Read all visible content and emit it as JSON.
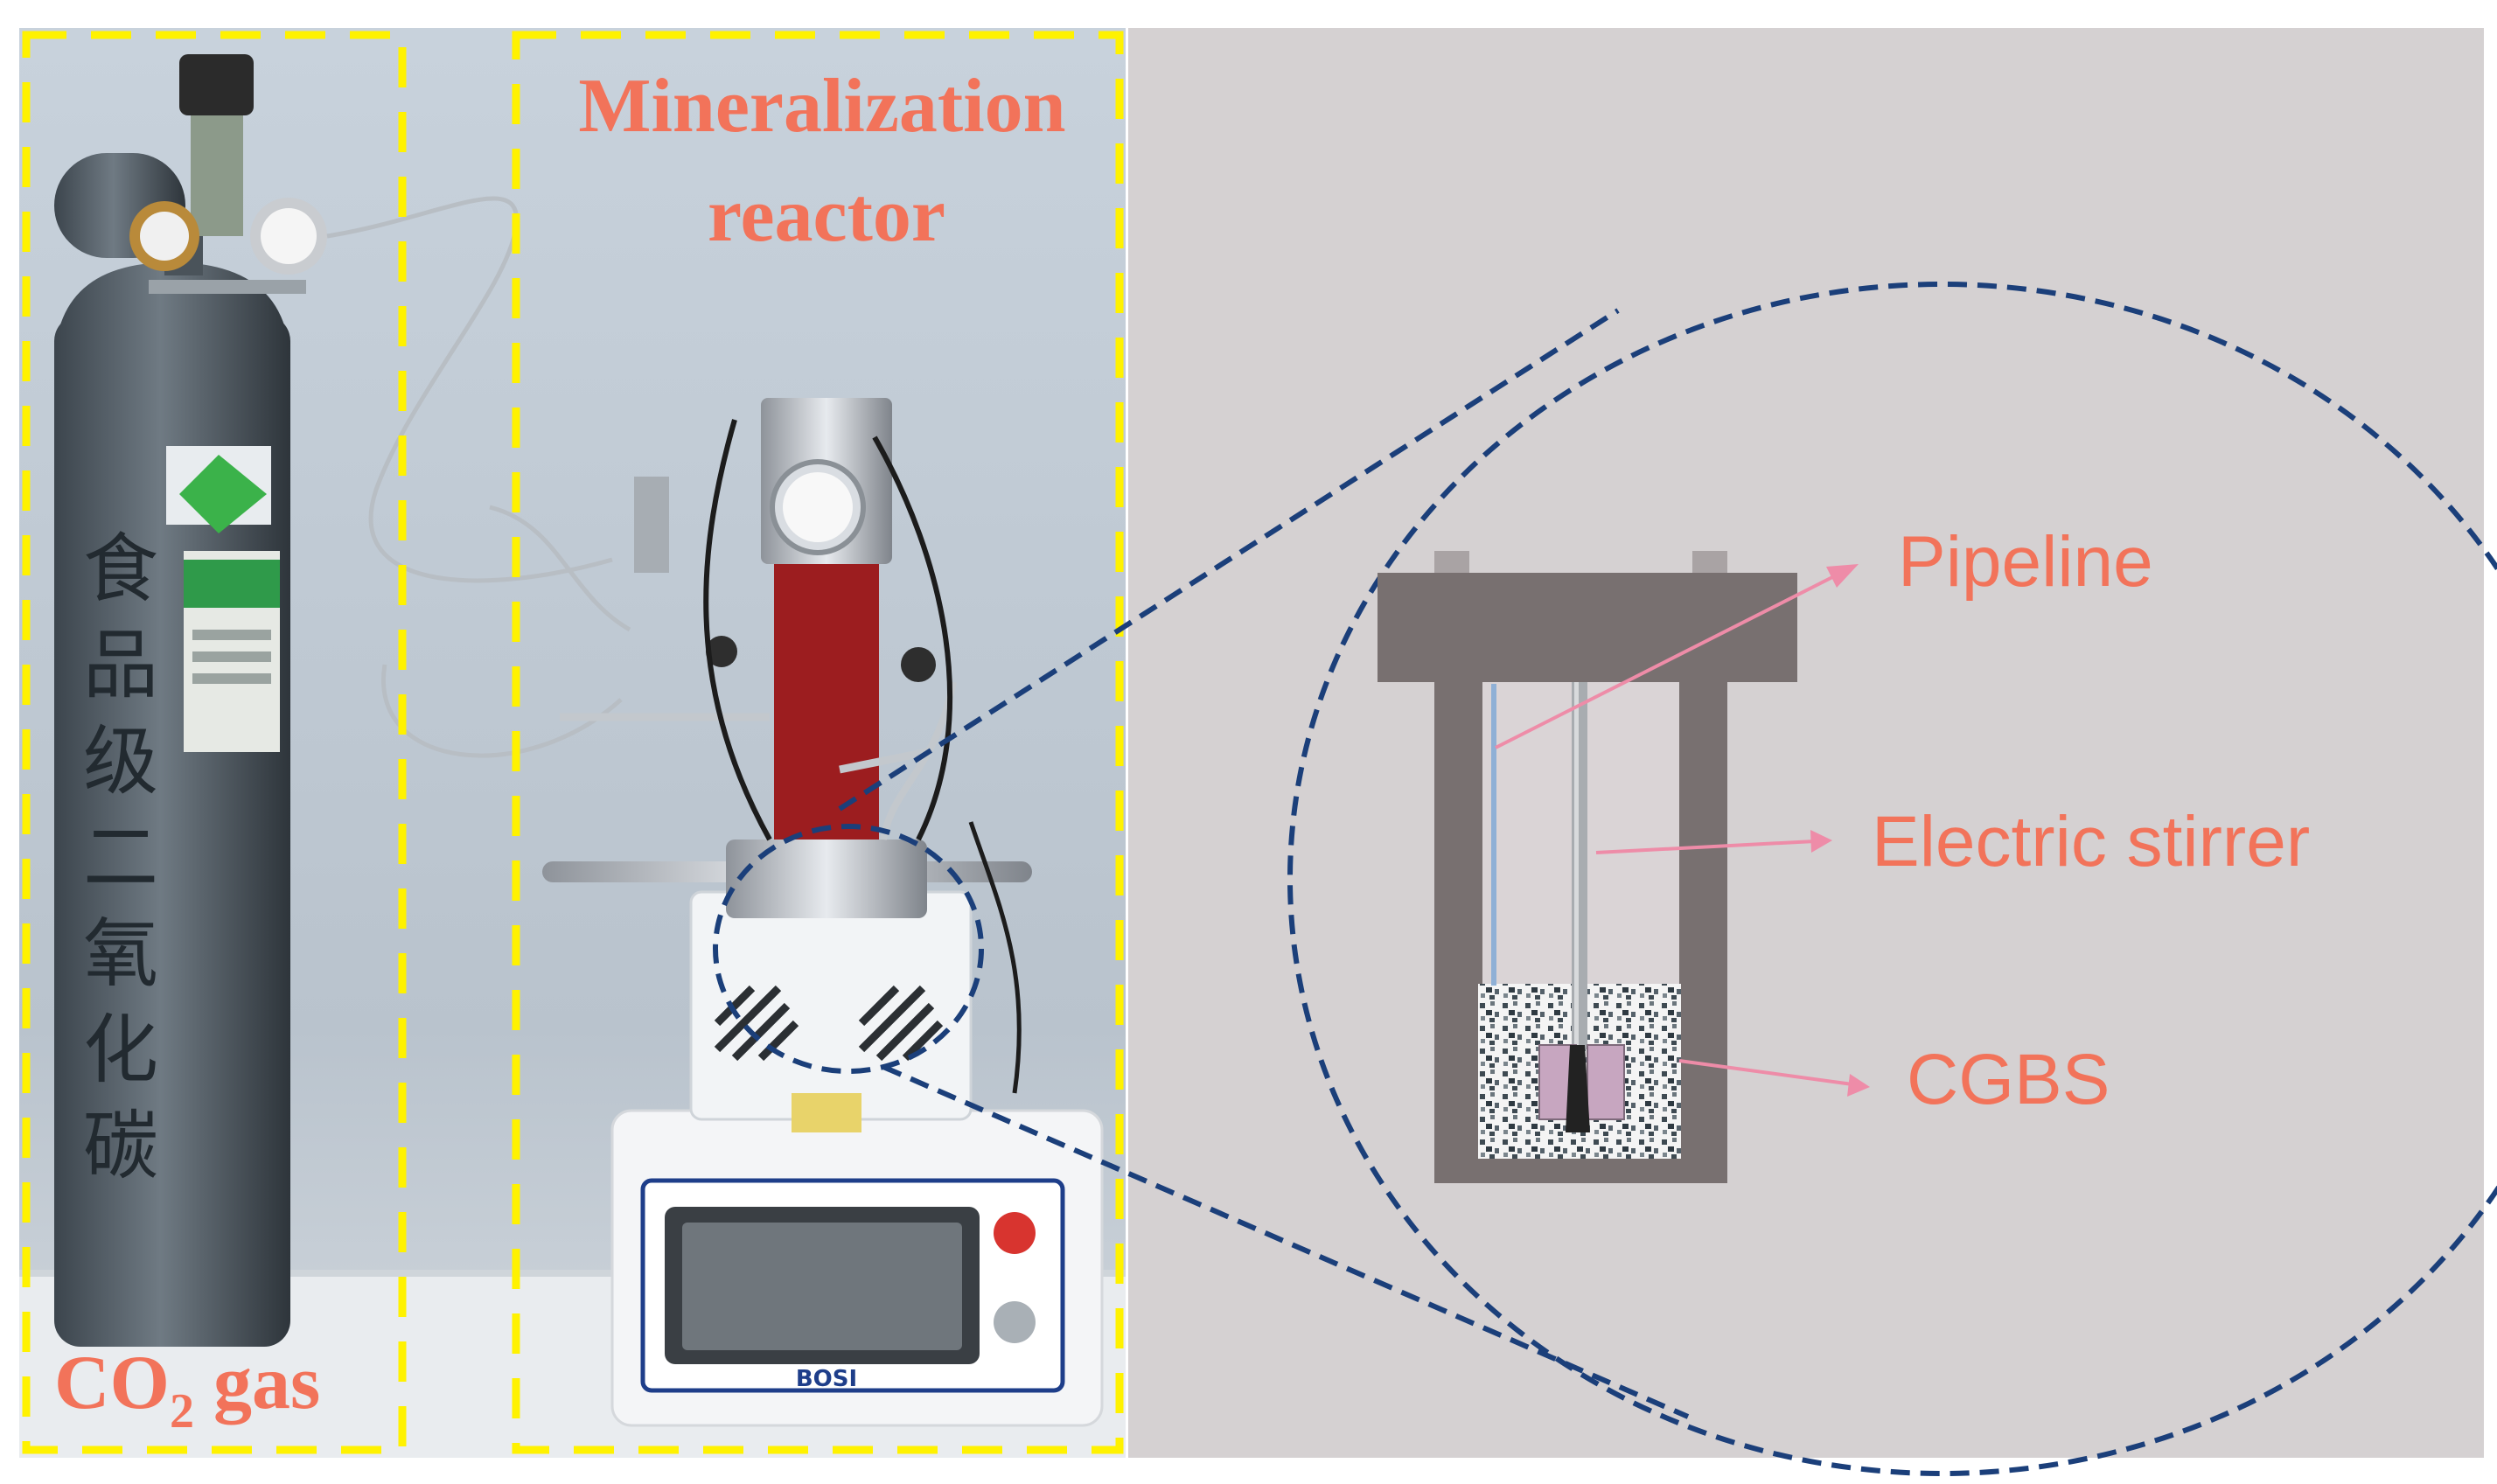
{
  "photo_labels": {
    "reactor_line1": "Mineralization",
    "reactor_line2": "reactor",
    "gas_prefix": "CO",
    "gas_subscript": "2",
    "gas_suffix": " gas",
    "cylinder_vertical": [
      "食",
      "品",
      "级",
      "二",
      "氧",
      "化",
      "碳"
    ],
    "controller_brand": "BOSI"
  },
  "callouts": {
    "pipeline": "Pipeline",
    "stirrer": "Electric stirrer",
    "sample": "CGBS"
  },
  "colors": {
    "label_orange": "#F2735A",
    "dash_yellow": "#FFF200",
    "dash_navy": "#1B3F7A",
    "arrow_pink": "#EE8CA8",
    "reactor_gray": "#787070",
    "panel_bg": "#D5D1D2"
  }
}
